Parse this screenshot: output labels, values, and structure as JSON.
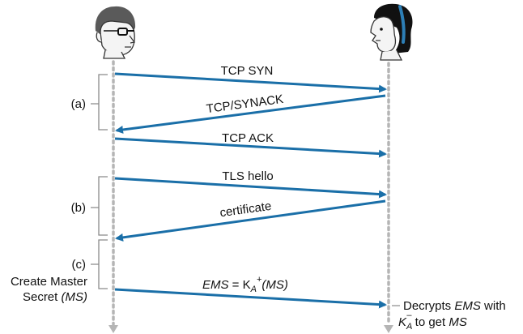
{
  "colors": {
    "arrow": "#1a6fa8",
    "lifeline": "#b5b5b5",
    "bracket": "#8a8a8a",
    "text": "#111111"
  },
  "icons": {
    "client": "man-with-glasses-icon",
    "server": "woman-with-headband-icon"
  },
  "messages": {
    "tcp_syn": "TCP SYN",
    "tcp_synack": "TCP/SYNACK",
    "tcp_ack": "TCP ACK",
    "tls_hello": "TLS hello",
    "certificate": "certificate",
    "ems": {
      "lhs": "EMS",
      "eq": " = K",
      "sub": "A",
      "sup": "+",
      "arg": "(MS)"
    }
  },
  "phases": {
    "a": "(a)",
    "b": "(b)",
    "c": "(c)"
  },
  "notes": {
    "create_line1": "Create Master",
    "create_line2_a": "Secret ",
    "create_line2_b": "(MS)",
    "decrypt_line1_a": "Decrypts ",
    "decrypt_line1_b": "EMS",
    "decrypt_line1_c": " with",
    "decrypt_line2_k": "K",
    "decrypt_line2_sub": "A",
    "decrypt_line2_sup": "–",
    "decrypt_line2_a": " to get ",
    "decrypt_line2_b": "MS"
  }
}
